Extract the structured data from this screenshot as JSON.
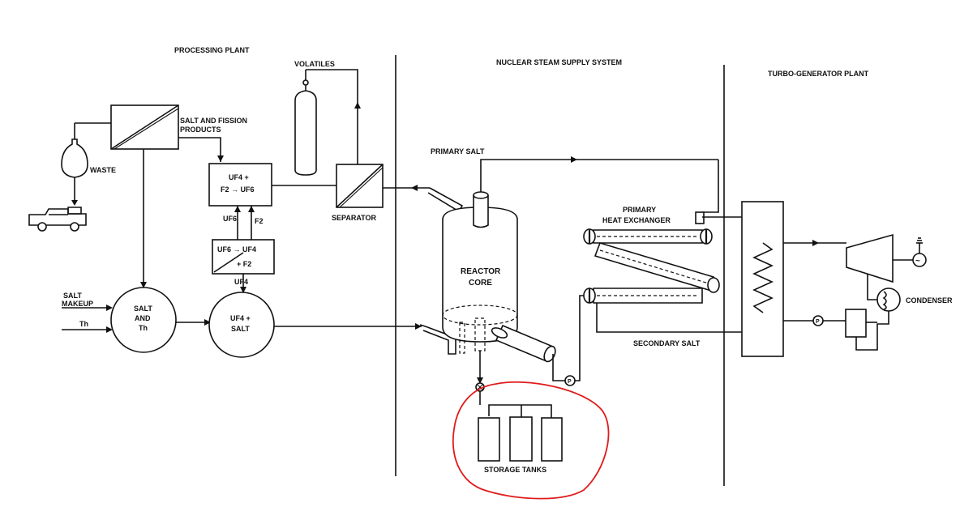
{
  "sections": {
    "processing": "PROCESSING PLANT",
    "nsss": "NUCLEAR STEAM SUPPLY SYSTEM",
    "turbo": "TURBO-GENERATOR PLANT"
  },
  "labels": {
    "volatiles": "VOLATILES",
    "salt_fission_1": "SALT AND FISSION",
    "salt_fission_2": "PRODUCTS",
    "waste": "WASTE",
    "uf4_f2_1": "UF4 +",
    "uf4_f2_2": "F2 → UF6",
    "uf6_lbl": "UF6",
    "f2_lbl": "F2",
    "uf6_uf4_1": "UF6 → UF4",
    "uf6_uf4_2": "+ F2",
    "uf4_lbl": "UF4",
    "separator": "SEPARATOR",
    "salt_makeup_1": "SALT",
    "salt_makeup_2": "MAKEUP",
    "th_in": "Th",
    "salt_th_1": "SALT",
    "salt_th_2": "AND",
    "salt_th_3": "Th",
    "uf4_salt_1": "UF4 +",
    "uf4_salt_2": "SALT",
    "primary_salt": "PRIMARY SALT",
    "reactor_1": "REACTOR",
    "reactor_2": "CORE",
    "phx_1": "PRIMARY",
    "phx_2": "HEAT EXCHANGER",
    "secondary_salt": "SECONDARY SALT",
    "storage_tanks": "STORAGE TANKS",
    "condenser": "CONDENSER",
    "pump": "P",
    "generator": "~"
  },
  "colors": {
    "ink": "#111111",
    "highlight": "#e01b1b",
    "background": "#ffffff"
  }
}
